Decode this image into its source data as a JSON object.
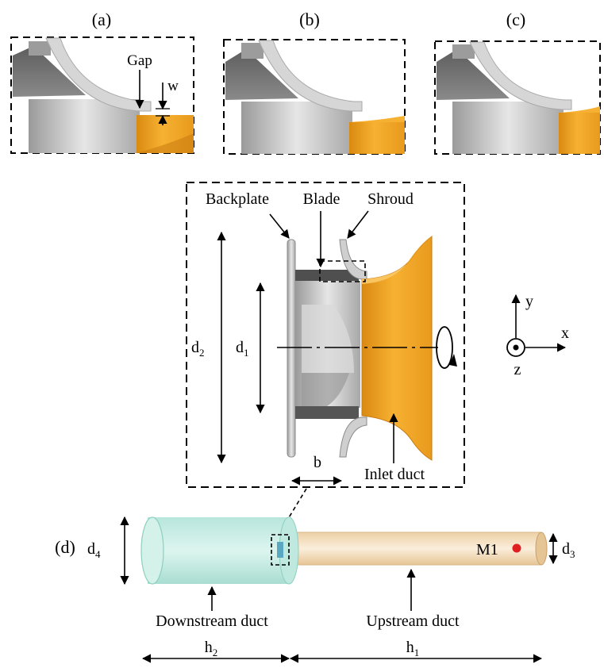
{
  "panels": {
    "a": {
      "label": "(a)",
      "gap": "Gap",
      "w": "w"
    },
    "b": {
      "label": "(b)"
    },
    "c": {
      "label": "(c)"
    },
    "d": {
      "label": "(d)"
    }
  },
  "impeller": {
    "backplate": "Backplate",
    "blade": "Blade",
    "shroud": "Shroud",
    "inlet_duct": "Inlet duct",
    "d1": {
      "base": "d",
      "sub": "1"
    },
    "d2": {
      "base": "d",
      "sub": "2"
    },
    "b": "b"
  },
  "axes": {
    "x": "x",
    "y": "y",
    "z": "z"
  },
  "ducts": {
    "downstream": "Downstream duct",
    "upstream": "Upstream duct",
    "probe": "M1",
    "d3": {
      "base": "d",
      "sub": "3"
    },
    "d4": {
      "base": "d",
      "sub": "4"
    },
    "h1": {
      "base": "h",
      "sub": "1"
    },
    "h2": {
      "base": "h",
      "sub": "2"
    }
  },
  "colors": {
    "inlet": "#f2a428",
    "inlet_dark": "#c97a10",
    "metal": "#bdbdbd",
    "metal_dark": "#6e6e6e",
    "downstream_fill": "#c7ece4",
    "upstream_fill": "#f3dcb8",
    "probe": "#e02020"
  }
}
